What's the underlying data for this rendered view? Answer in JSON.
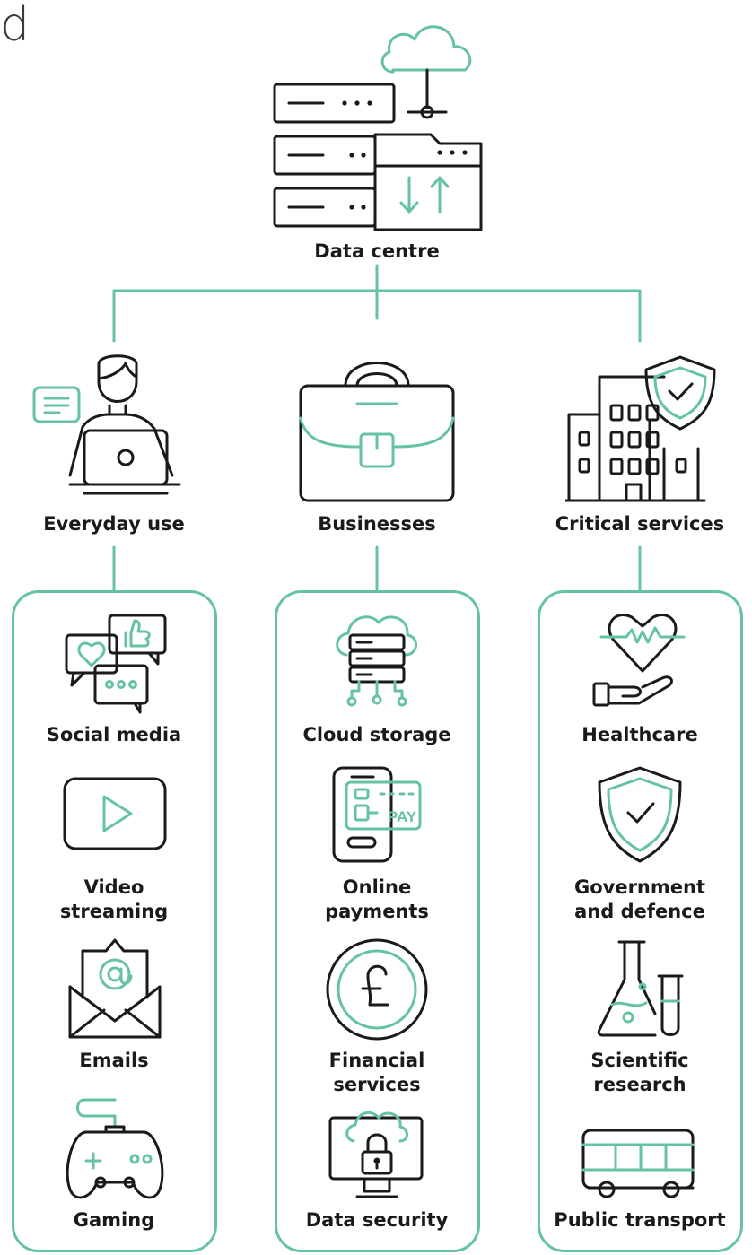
{
  "corner_fragment": "d",
  "root": {
    "label": "Data centre"
  },
  "categories": [
    {
      "label": "Everyday use",
      "items": [
        "Social media",
        "Video streaming",
        "Emails",
        "Gaming"
      ]
    },
    {
      "label": "Businesses",
      "items": [
        "Cloud storage",
        "Online payments",
        "Financial services",
        "Data security"
      ]
    },
    {
      "label": "Critical services",
      "items": [
        "Healthcare",
        "Government and defence",
        "Scientific research",
        "Public transport"
      ]
    }
  ],
  "label_lines": {
    "video": [
      "Video",
      "streaming"
    ],
    "payments": [
      "Online",
      "payments"
    ],
    "gov": [
      "Government",
      "and defence"
    ],
    "financial": [
      "Financial",
      "services"
    ],
    "research": [
      "Scientific",
      "research"
    ]
  },
  "payment_badge": "PAY",
  "colors": {
    "accent": "#66c2a5",
    "ink": "#1a1a1a",
    "background": "#ffffff"
  }
}
